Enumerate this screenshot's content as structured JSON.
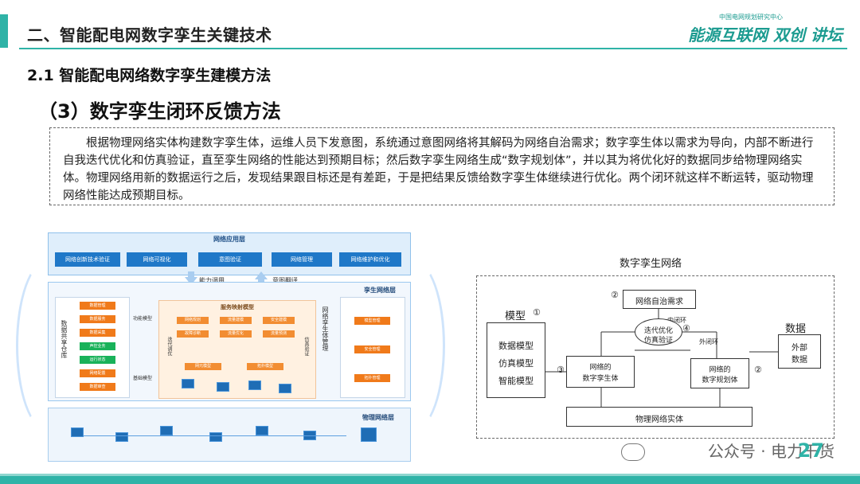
{
  "header": {
    "title": "二、智能配电网数字孪生关键技术",
    "brand_small": "中国电网规划研究中心",
    "brand_main": "能源互联网 双创 讲坛"
  },
  "section": {
    "title": "2.1 智能配电网络数字孪生建模方法",
    "subtitle": "（3）数字孪生闭环反馈方法"
  },
  "description": "根据物理网络实体构建数字孪生体，运维人员下发意图，系统通过意图网络将其解码为网络自治需求；数字孪生体以需求为导向，内部不断进行自我迭代优化和仿真验证，直至孪生网络的性能达到预期目标；然后数字孪生网络生成“数字规划体”，并以其为将优化好的数据同步给物理网络实体。物理网络用新的数据运行之后，发现结果跟目标还是有差距，于是把结果反馈给数字孪生体继续进行优化。两个闭环就这样不断运转，驱动物理网络性能达成预期目标。",
  "architecture": {
    "app_layer": "网络应用层",
    "app_buttons": [
      "网络创新技术验证",
      "网络可视化",
      "意图验证",
      "网络管理",
      "网络维护和优化"
    ],
    "up_label": "能力调用",
    "down_label": "意图翻译",
    "twin_layer": "孪生网络层",
    "data_sharing": "数据共享仓库",
    "left_items": [
      "数据管理",
      "数据服务",
      "数据采集",
      "声控业务",
      "运行状态",
      "网络配置",
      "数据审查"
    ],
    "function_model": "功能模型",
    "base_model": "基础模型",
    "service_model": "服务映射模型",
    "service_items": [
      "网络规划",
      "流量建模",
      "安全建模",
      "故障诊断",
      "流量优化",
      "流量预测"
    ],
    "iterate": "迭代调优",
    "simulate": "仿真验证",
    "mid_items": [
      "网元模型",
      "拓扑模型"
    ],
    "twin_manage": "网络孪生体管理",
    "right_items": [
      "模型管理",
      "安全管理",
      "拓扑管理"
    ],
    "physical_layer": "物理网络层"
  },
  "dtn": {
    "title": "数字孪生网络",
    "model_label": "模型",
    "model_num": "①",
    "model_lines": [
      "数据模型",
      "仿真模型",
      "智能模型"
    ],
    "demand_num": "②",
    "demand": "网络自治需求",
    "inner_loop": "内闭环",
    "iter_line1": "迭代优化",
    "iter_line2": "仿真验证",
    "iter_num": "④",
    "outer_loop": "外闭环",
    "twin_num": "③",
    "twin_box": [
      "网络的",
      "数字孪生体"
    ],
    "plan_box": [
      "网络的",
      "数字规划体"
    ],
    "plan_num": "②",
    "data_label": "数据",
    "external_data": [
      "外部",
      "数据"
    ],
    "physical_entity": "物理网络实体"
  },
  "footer": {
    "watermark": "公众号 · 电力干货",
    "page": "27"
  }
}
